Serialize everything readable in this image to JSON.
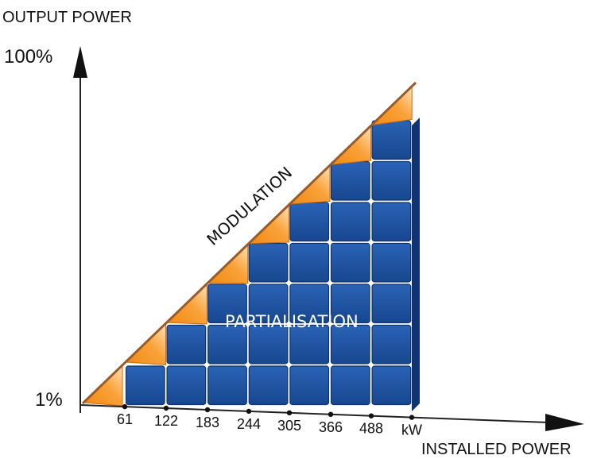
{
  "diagram": {
    "y_axis_title": "OUTPUT POWER",
    "x_axis_title": "INSTALLED  POWER",
    "y_top_label": "100%",
    "y_bottom_label": "1%",
    "x_ticks": [
      "61",
      "122",
      "183",
      "244",
      "305",
      "366",
      "488"
    ],
    "x_unit": "kW",
    "slope_label": "MODULATION",
    "area_label": "PARTIALISATION",
    "module_columns": [
      1,
      2,
      3,
      4,
      5,
      6,
      7
    ],
    "colors": {
      "module_blue": "#1b4f9c",
      "module_blue_dark": "#0f3471",
      "modulation_orange": "#f7941d",
      "modulation_orange_light": "#fde2b8",
      "slope_brown": "#9a5a2a",
      "axis": "#222222"
    }
  }
}
